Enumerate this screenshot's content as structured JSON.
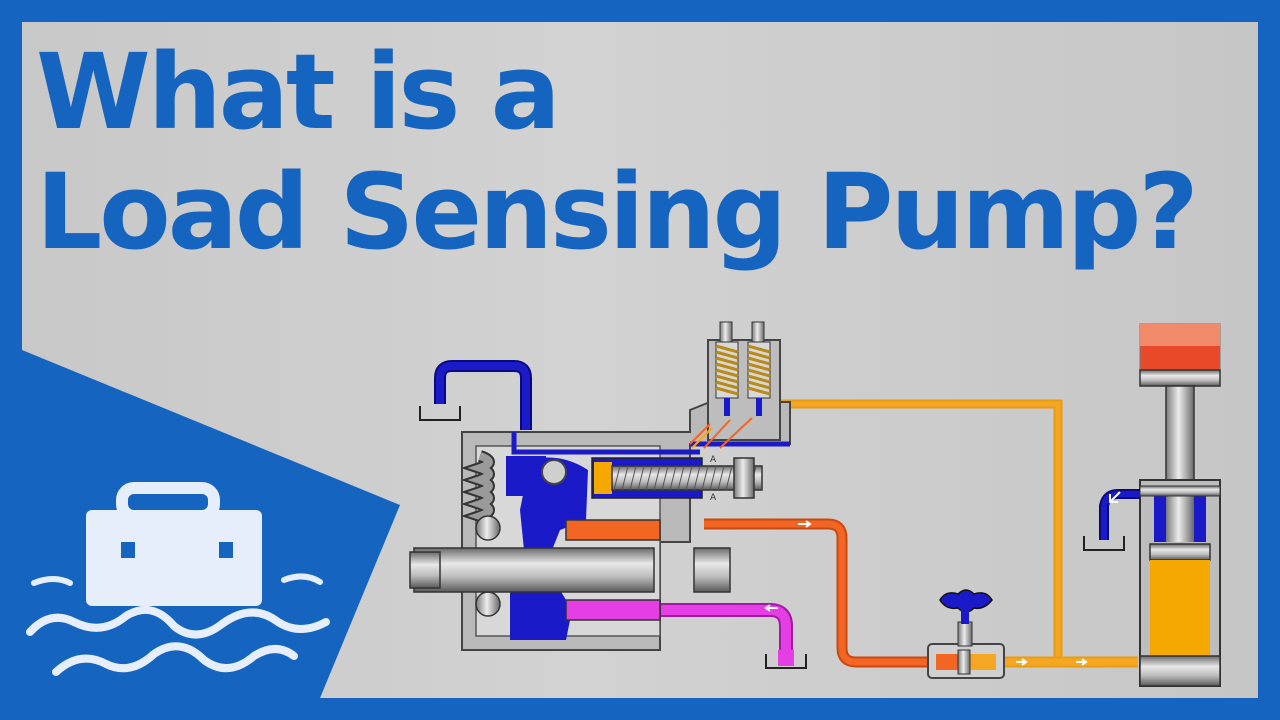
{
  "title": {
    "line1": "What is a",
    "line2": "Load Sensing Pump?"
  },
  "logo": {
    "icon": "toolbox-in-water-icon"
  },
  "diagram": {
    "pump_port_label_top": "A",
    "pump_port_label_bottom": "A"
  },
  "colors": {
    "brand_blue": "#1565c0",
    "pressure_line": "#f26522",
    "load_sense_line": "#f5a623",
    "suction_line": "#e43ee4",
    "tank_line": "#1a1ac8",
    "spring": "#d9b042",
    "cylinder_fluid": "#f5a800",
    "load_block": "#e8492a"
  }
}
